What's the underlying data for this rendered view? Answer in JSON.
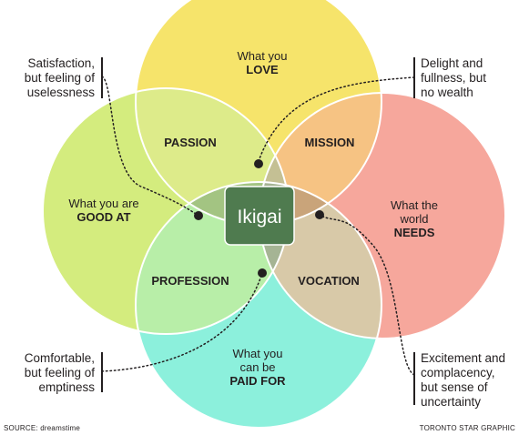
{
  "circles": {
    "love": {
      "line1": "What you",
      "line2": "LOVE",
      "color": "#f6e46b"
    },
    "good_at": {
      "line1": "What you are",
      "line2": "GOOD AT",
      "color": "#d4ec7e"
    },
    "needs": {
      "line1": "What the",
      "line2": "world",
      "line3": "NEEDS",
      "color": "#f6a79c"
    },
    "paid_for": {
      "line1": "What you",
      "line2": "can be",
      "line3": "PAID FOR",
      "color": "#8cf0dc"
    }
  },
  "zones": {
    "passion": "PASSION",
    "mission": "MISSION",
    "profession": "PROFESSION",
    "vocation": "VOCATION"
  },
  "center": {
    "label": "Ikigai",
    "color": "#4f7b4f"
  },
  "notes": {
    "top_left": [
      "Satisfaction,",
      "but feeling of",
      "uselessness"
    ],
    "top_right": [
      "Delight and",
      "fullness, but",
      "no wealth"
    ],
    "bottom_left": [
      "Comfortable,",
      "but feeling of",
      "emptiness"
    ],
    "bottom_right": [
      "Excitement and",
      "complacency,",
      "but sense of",
      "uncertainty"
    ]
  },
  "footer": {
    "source": "SOURCE: dreamstime",
    "credit": "TORONTO STAR GRAPHIC"
  }
}
